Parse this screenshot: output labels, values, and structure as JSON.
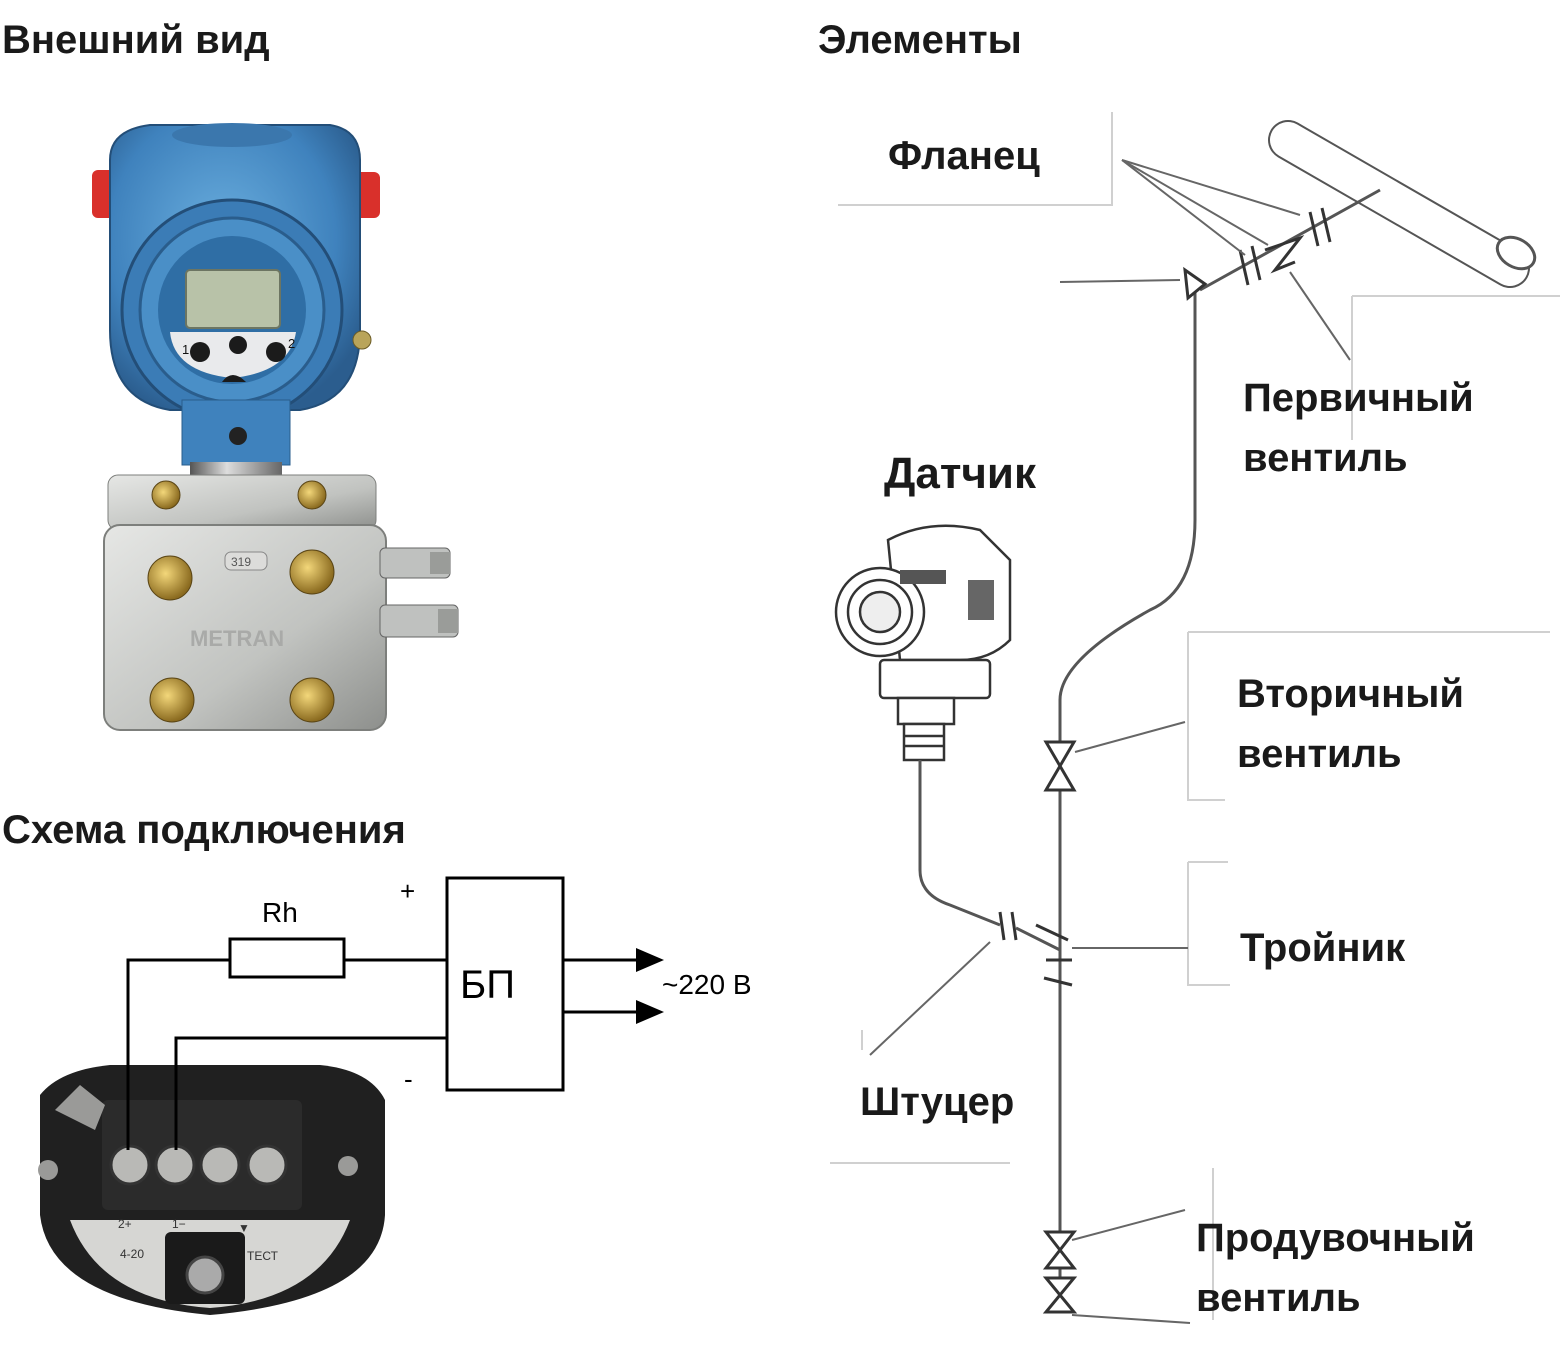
{
  "headings": {
    "appearance": "Внешний вид",
    "elements": "Элементы",
    "wiring": "Схема подключения"
  },
  "labels": {
    "flange": "Фланец",
    "primary_valve": [
      "Первичный",
      "вентиль"
    ],
    "sensor": "Датчик",
    "secondary_valve": [
      "Вторичный",
      "вентиль"
    ],
    "tee": "Тройник",
    "fitting": "Штуцер",
    "purge_valve": [
      "Продувочный",
      "вентиль"
    ]
  },
  "wiring": {
    "resistor": "Rh",
    "power_supply": "БП",
    "supply_voltage": "~220 В",
    "plus": "+",
    "minus": "-",
    "terminal_labels": [
      "2+",
      "1−",
      "▼",
      "4-20",
      "ТЕСТ"
    ]
  },
  "device": {
    "housing_color": "#4a8fc7",
    "cap_color": "#d9302b",
    "body_color": "#c7c8c6",
    "display_color": "#b8c2a8",
    "display_buttons": [
      "1",
      "2"
    ],
    "body_marks": [
      "319",
      "METRAN"
    ]
  }
}
